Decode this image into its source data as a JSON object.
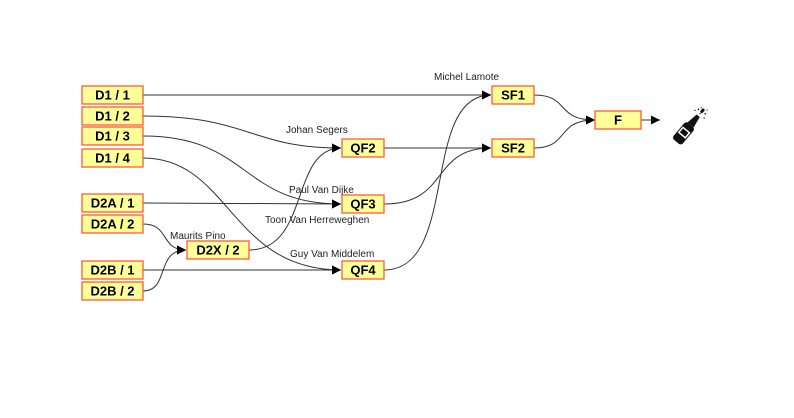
{
  "nodes": [
    {
      "id": "D1_1",
      "label": "D1 / 1"
    },
    {
      "id": "D1_2",
      "label": "D1 / 2"
    },
    {
      "id": "D1_3",
      "label": "D1 / 3"
    },
    {
      "id": "D1_4",
      "label": "D1 / 4"
    },
    {
      "id": "D2A_1",
      "label": "D2A / 1"
    },
    {
      "id": "D2A_2",
      "label": "D2A / 2"
    },
    {
      "id": "D2B_1",
      "label": "D2B / 1"
    },
    {
      "id": "D2B_2",
      "label": "D2B / 2"
    },
    {
      "id": "D2X_2",
      "label": "D2X / 2"
    },
    {
      "id": "QF2",
      "label": "QF2"
    },
    {
      "id": "QF3",
      "label": "QF3"
    },
    {
      "id": "QF4",
      "label": "QF4"
    },
    {
      "id": "SF1",
      "label": "SF1"
    },
    {
      "id": "SF2",
      "label": "SF2"
    },
    {
      "id": "F",
      "label": "F"
    }
  ],
  "edges": [
    {
      "from": "D1_1",
      "to": "SF1"
    },
    {
      "from": "D1_2",
      "to": "QF2"
    },
    {
      "from": "D1_3",
      "to": "QF3"
    },
    {
      "from": "D1_4",
      "to": "QF4"
    },
    {
      "from": "D2A_1",
      "to": "QF3"
    },
    {
      "from": "D2A_2",
      "to": "D2X_2"
    },
    {
      "from": "D2B_2",
      "to": "D2X_2"
    },
    {
      "from": "D2B_1",
      "to": "QF4"
    },
    {
      "from": "D2X_2",
      "to": "QF2"
    },
    {
      "from": "QF2",
      "to": "SF2"
    },
    {
      "from": "QF3",
      "to": "SF2"
    },
    {
      "from": "QF4",
      "to": "SF1"
    },
    {
      "from": "SF1",
      "to": "F"
    },
    {
      "from": "SF2",
      "to": "F"
    },
    {
      "from": "F",
      "to": "champagne"
    }
  ],
  "edge_labels": {
    "maurits": "Maurits Pino",
    "johan": "Johan Segers",
    "paul": "Paul Van Dijke",
    "toon": "Toon Van Herreweghen",
    "guy": "Guy Van Middelem",
    "michel": "Michel Lamote"
  },
  "icons": {
    "final": "champagne-bottle-icon"
  },
  "colors": {
    "node_fill": "#ffff99",
    "node_border": "#ff5a36",
    "edge": "#333333"
  }
}
